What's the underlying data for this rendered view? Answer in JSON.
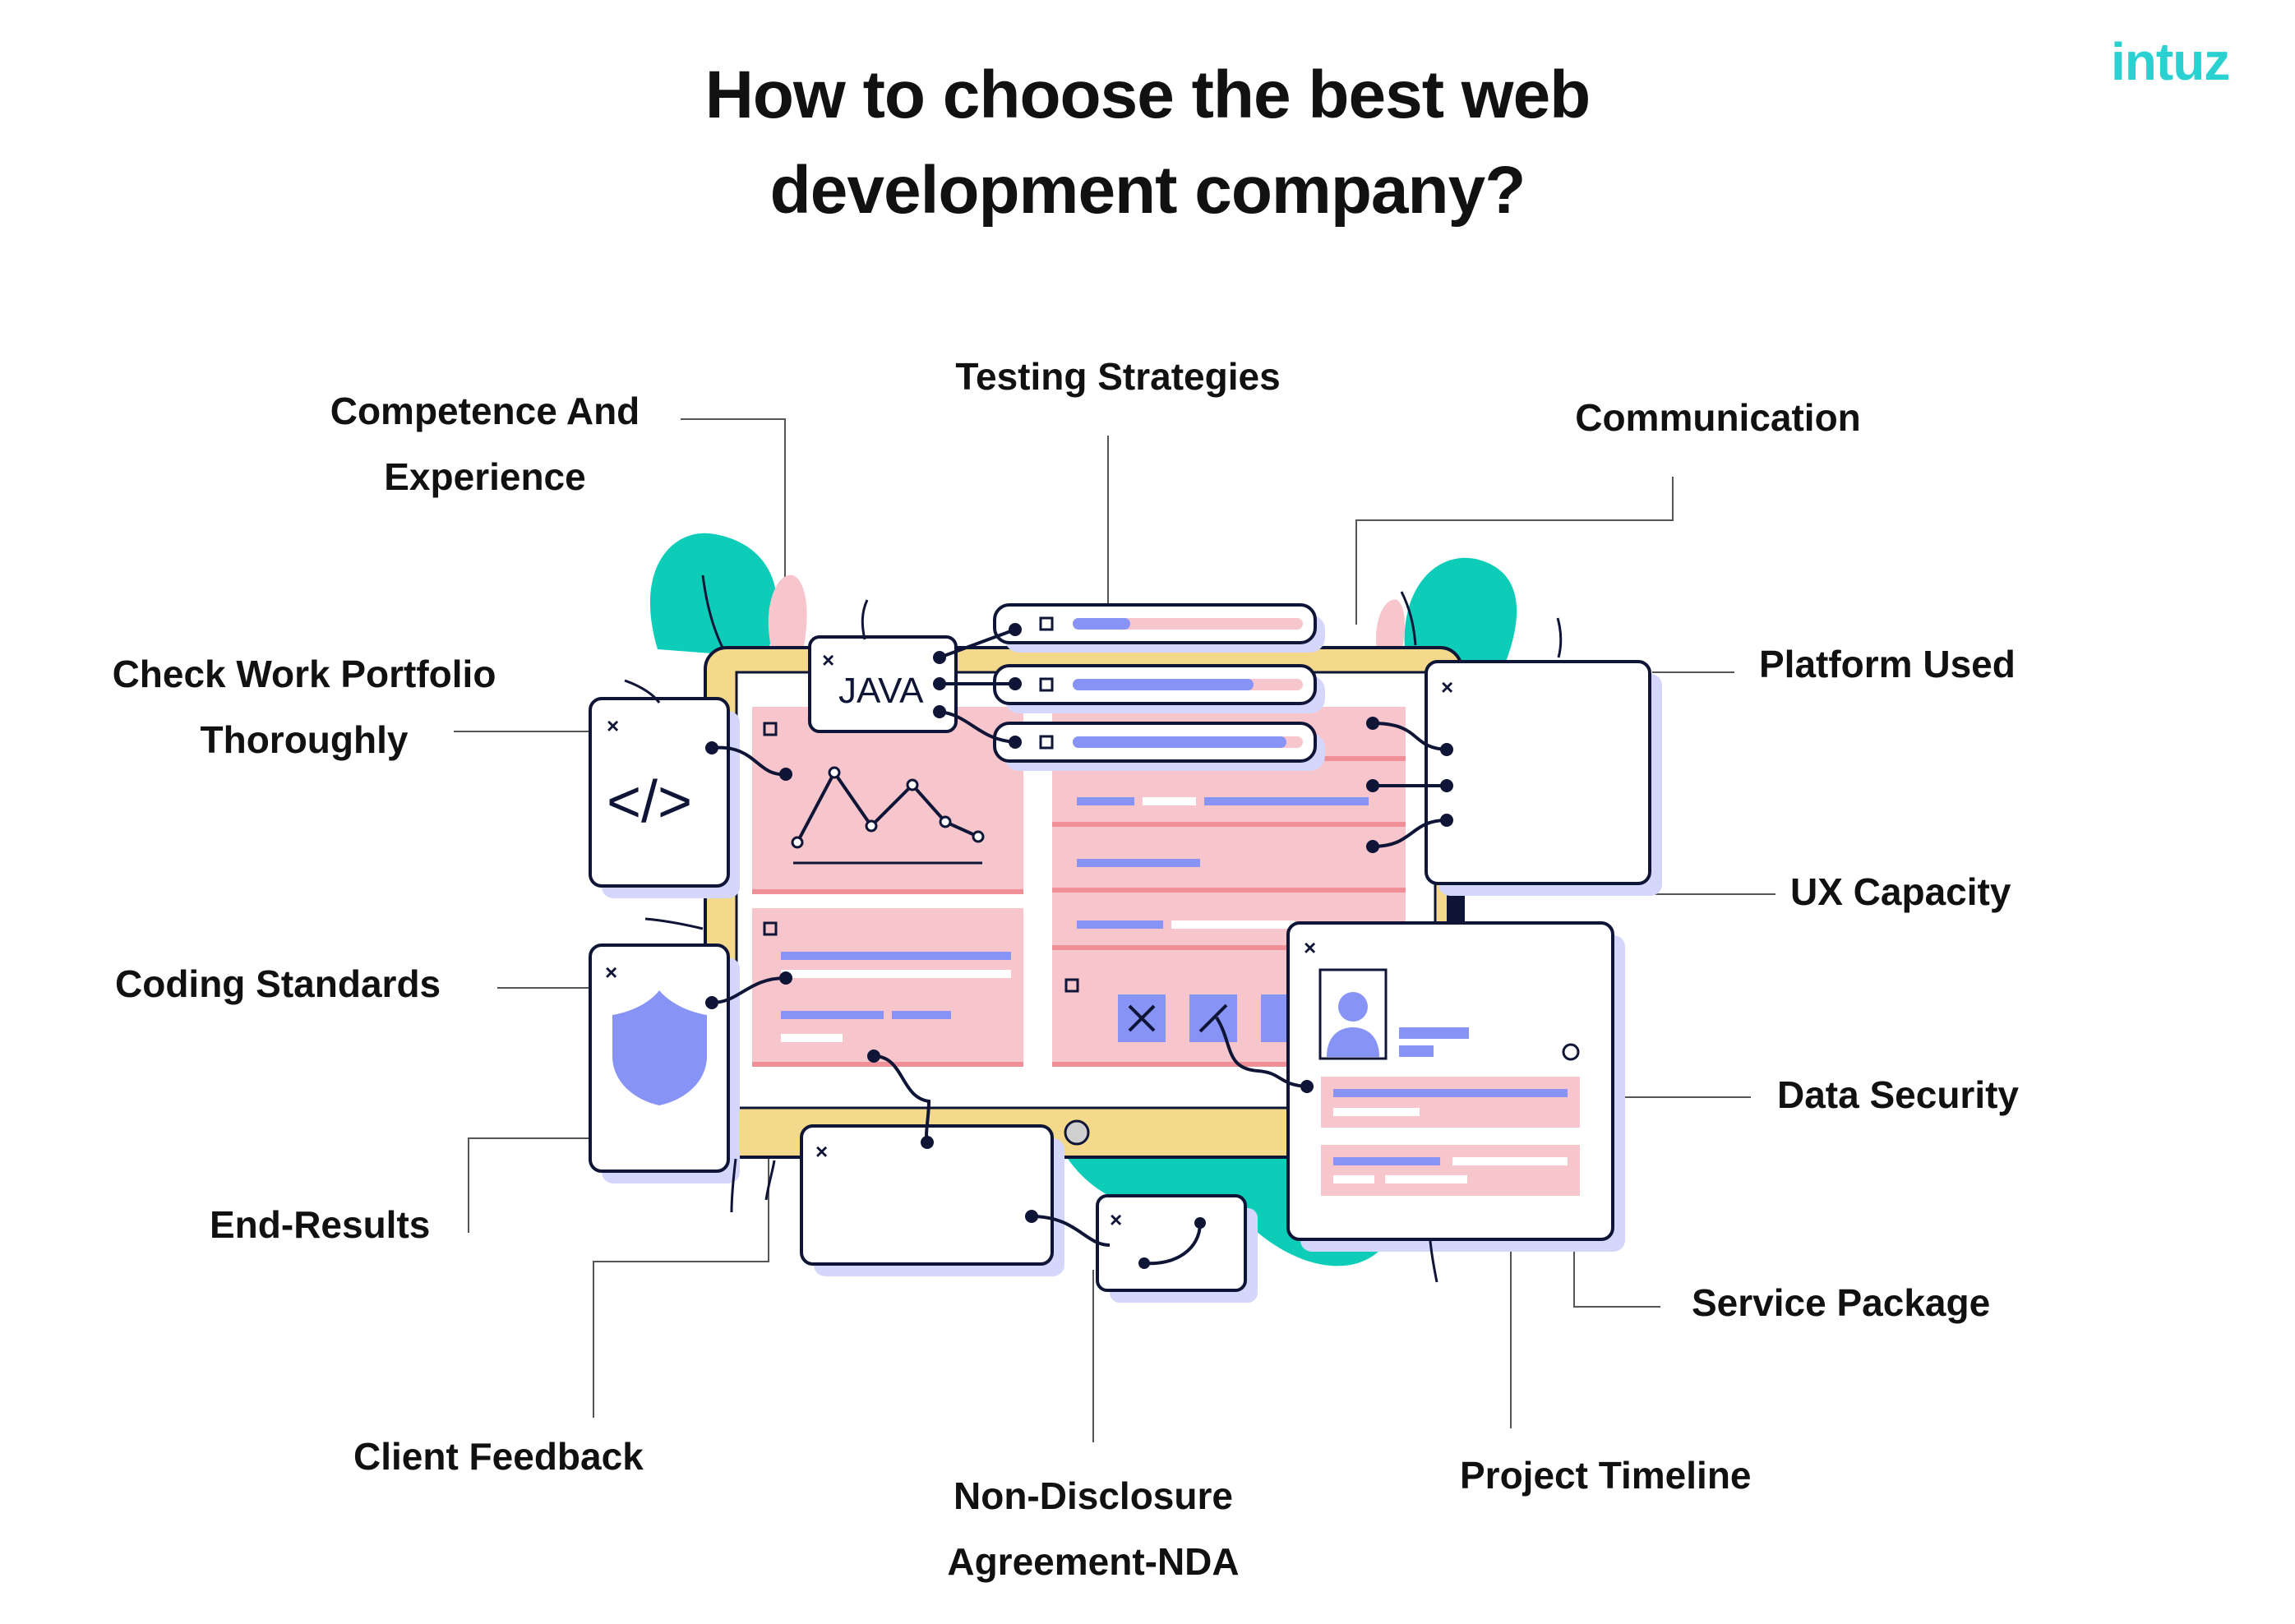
{
  "title": {
    "line1": "How to choose the best web",
    "line2": "development company?"
  },
  "brand": {
    "logo_text": "intuz",
    "teal": "#2bd1d1",
    "purple": "#7a4bd6"
  },
  "labels": {
    "competence": {
      "line1": "Competence And",
      "line2": "Experience"
    },
    "testing": "Testing Strategies",
    "communication": "Communication",
    "portfolio": {
      "line1": "Check Work Portfolio",
      "line2": "Thoroughly"
    },
    "platform": "Platform Used",
    "ux": "UX Capacity",
    "coding": "Coding Standards",
    "data_security": "Data Security",
    "end_results": "End-Results",
    "service_package": "Service Package",
    "client_feedback": "Client Feedback",
    "nda": {
      "line1": "Non-Disclosure",
      "line2": "Agreement-NDA"
    },
    "timeline": "Project Timeline"
  },
  "illustration": {
    "code_glyph": "</>",
    "java_label": "JAVA",
    "close_glyph": "×",
    "colors": {
      "teal": "#0dcdb9",
      "pink": "#f7c5cc",
      "pink_line": "#ef8f98",
      "blue": "#8793f5",
      "lavender": "#d4d6fb",
      "yellow": "#f4d98c",
      "navy": "#0e1536"
    }
  }
}
